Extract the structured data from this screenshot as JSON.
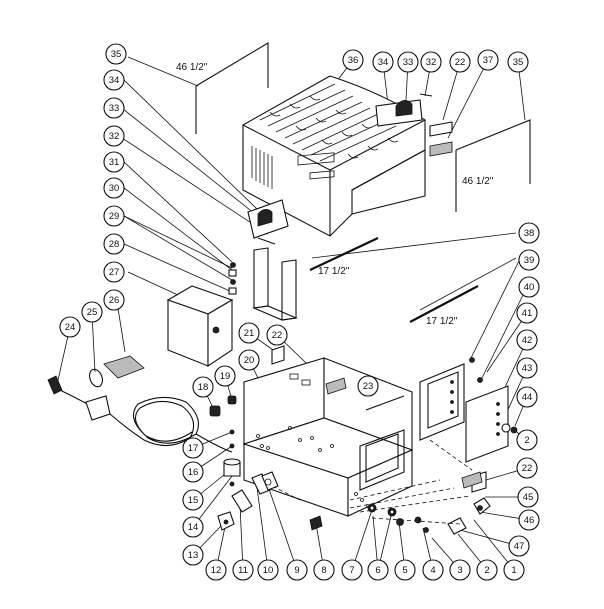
{
  "dimensions": {
    "length_top_left": "46 1/2\"",
    "length_right": "46 1/2\"",
    "length_mid_upper": "17 1/2\"",
    "length_mid_lower": "17 1/2\""
  },
  "callouts": [
    "35",
    "34",
    "33",
    "32",
    "31",
    "30",
    "29",
    "28",
    "27",
    "26",
    "25",
    "24",
    "36",
    "34",
    "33",
    "32",
    "22",
    "37",
    "35",
    "38",
    "39",
    "40",
    "41",
    "42",
    "43",
    "44",
    "2",
    "22",
    "45",
    "46",
    "47",
    "21",
    "22",
    "20",
    "19",
    "18",
    "23",
    "17",
    "16",
    "15",
    "14",
    "13",
    "12",
    "11",
    "10",
    "9",
    "8",
    "7",
    "6",
    "5",
    "4",
    "3",
    "2",
    "1"
  ],
  "colors": {
    "line": "#111111",
    "background": "#ffffff"
  }
}
